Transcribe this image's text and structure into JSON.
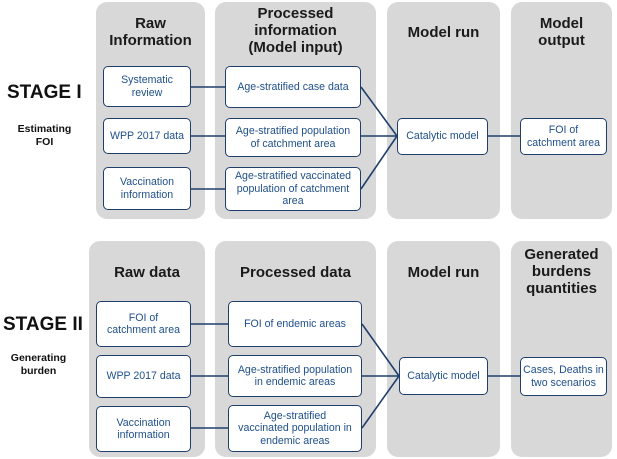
{
  "stage1": {
    "title": "STAGE I",
    "subtitle": "Estimating\nFOI",
    "headers": {
      "raw": "Raw\nInformation",
      "processed": "Processed\ninformation\n(Model input)",
      "model_run": "Model run",
      "output": "Model\noutput"
    },
    "raw_boxes": [
      "Systematic\nreview",
      "WPP 2017 data",
      "Vaccination\ninformation"
    ],
    "processed_boxes": [
      "Age-stratified case data",
      "Age-stratified population\nof catchment area",
      "Age-stratified vaccinated\npopulation of catchment\narea"
    ],
    "model": "Catalytic model",
    "output": "FOI of\ncatchment area"
  },
  "stage2": {
    "title": "STAGE II",
    "subtitle": "Generating\nburden",
    "headers": {
      "raw": "Raw data",
      "processed": "Processed data",
      "model_run": "Model run",
      "output": "Generated\nburdens\nquantities"
    },
    "raw_boxes": [
      "FOI of\ncatchment area",
      "WPP 2017 data",
      "Vaccination\ninformation"
    ],
    "processed_boxes": [
      "FOI of endemic areas",
      "Age-stratified population\nin endemic areas",
      "Age-stratified\nvaccinated population in\nendemic areas"
    ],
    "model": "Catalytic model",
    "output": "Cases, Deaths in\ntwo scenarios"
  },
  "colors": {
    "panel": "#d8d8d9",
    "box_border": "#1f3f6b",
    "box_text": "#1f4f8a",
    "line": "#1f3f6b"
  }
}
